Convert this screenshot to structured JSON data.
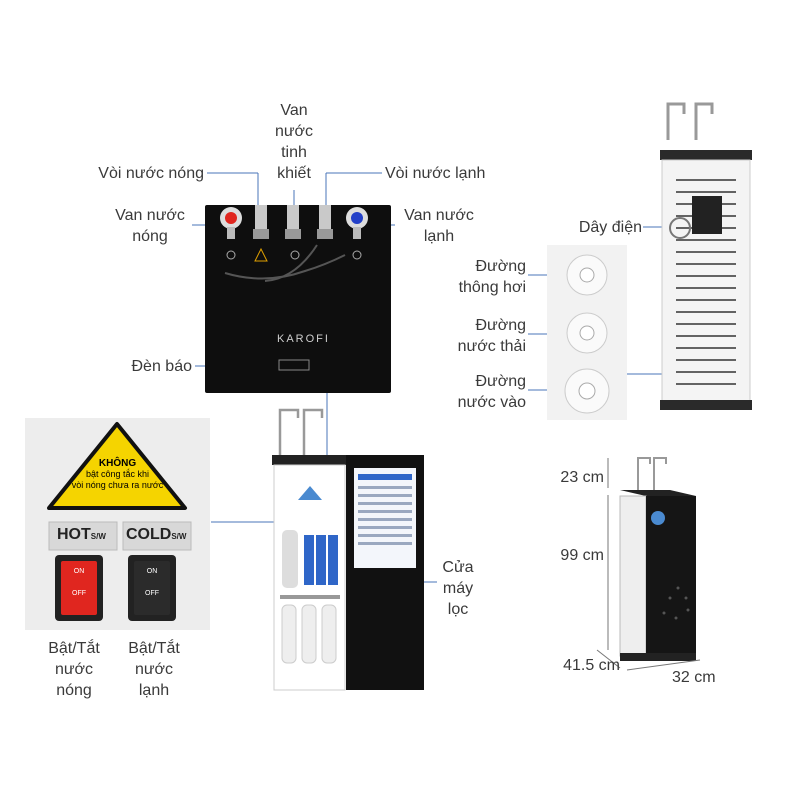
{
  "top_panel": {
    "brand": "KAROFI",
    "labels": {
      "van_nuoc_tinh_khiet": [
        "Van",
        "nước",
        "tinh",
        "khiết"
      ],
      "voi_nuoc_nong": "Vòi nước nóng",
      "voi_nuoc_lanh": "Vòi nước lạnh",
      "van_nuoc_nong": [
        "Van nước",
        "nóng"
      ],
      "van_nuoc_lanh": [
        "Van nước",
        "lạnh"
      ],
      "den_bao": "Đèn báo"
    }
  },
  "back_view": {
    "labels": {
      "day_dien": "Dây điện",
      "duong_thong_hoi": [
        "Đường",
        "thông hơi"
      ],
      "duong_nuoc_thai": [
        "Đường",
        "nước thải"
      ],
      "duong_nuoc_vao": [
        "Đường",
        "nước vào"
      ]
    }
  },
  "switch_panel": {
    "warning": [
      "KHÔNG",
      "bật công tắc khi",
      "vòi nóng chưa ra nước"
    ],
    "hot_label": "HOT",
    "cold_label": "COLD",
    "sw_suffix": "S/W",
    "on": "ON",
    "off": "OFF",
    "hot_caption": [
      "Bật/Tắt",
      "nước",
      "nóng"
    ],
    "cold_caption": [
      "Bật/Tắt",
      "nước",
      "lạnh"
    ]
  },
  "front_view": {
    "door_label": [
      "Cửa",
      "máy",
      "lọc"
    ]
  },
  "dimensions": {
    "top": "23 cm",
    "height": "99 cm",
    "depth": "41.5 cm",
    "width": "32 cm"
  },
  "colors": {
    "panel_black": "#111111",
    "hot_red": "#e0261f",
    "cold_blue": "#2340c8",
    "warning_yellow": "#f5d400",
    "line_blue": "#3d6fb5"
  }
}
